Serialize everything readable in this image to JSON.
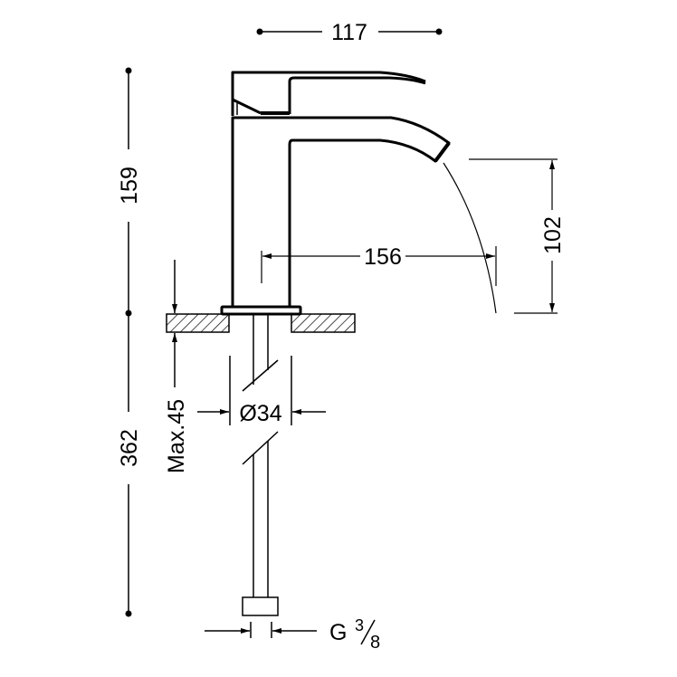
{
  "drawing": {
    "dimensions": {
      "top_width": "117",
      "upper_height": "159",
      "total_height": "362",
      "spout_reach": "156",
      "spout_height": "102",
      "max_deck_thickness": "Max.45",
      "hole_diameter": "Ø34",
      "connection_thread_prefix": "G",
      "connection_thread_num": "3",
      "connection_thread_den": "8"
    },
    "colors": {
      "line": "#000000",
      "background": "#ffffff"
    }
  }
}
